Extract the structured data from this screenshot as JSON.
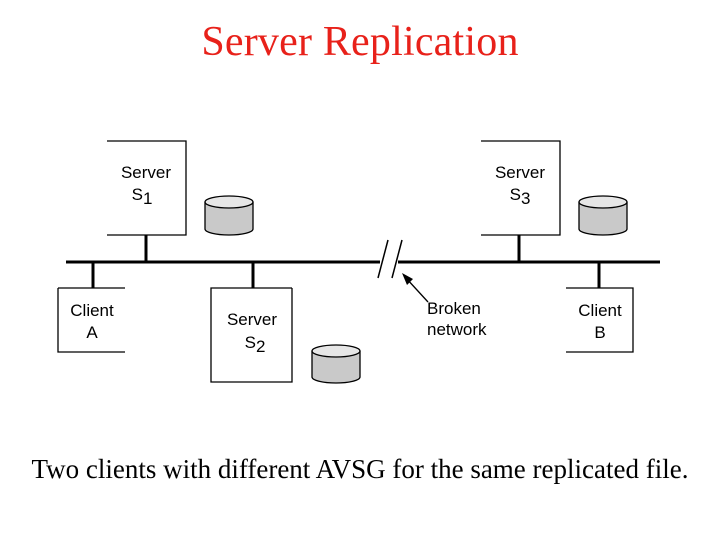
{
  "title": "Server Replication",
  "caption": "Two clients with different AVSG for the same replicated file.",
  "diagram": {
    "server_s1": {
      "label": "Server",
      "name": "S",
      "subscript": "1"
    },
    "server_s3": {
      "label": "Server",
      "name": "S",
      "subscript": "3"
    },
    "server_s2": {
      "label": "Server",
      "name": "S",
      "subscript": "2"
    },
    "client_a": {
      "label": "Client",
      "name": "A"
    },
    "client_b": {
      "label": "Client",
      "name": "B"
    },
    "broken_network": {
      "line1": "Broken",
      "line2": "network"
    }
  },
  "colors": {
    "title": "#e8211a",
    "disk_fill": "#c9c9c9",
    "stroke": "#000000"
  }
}
